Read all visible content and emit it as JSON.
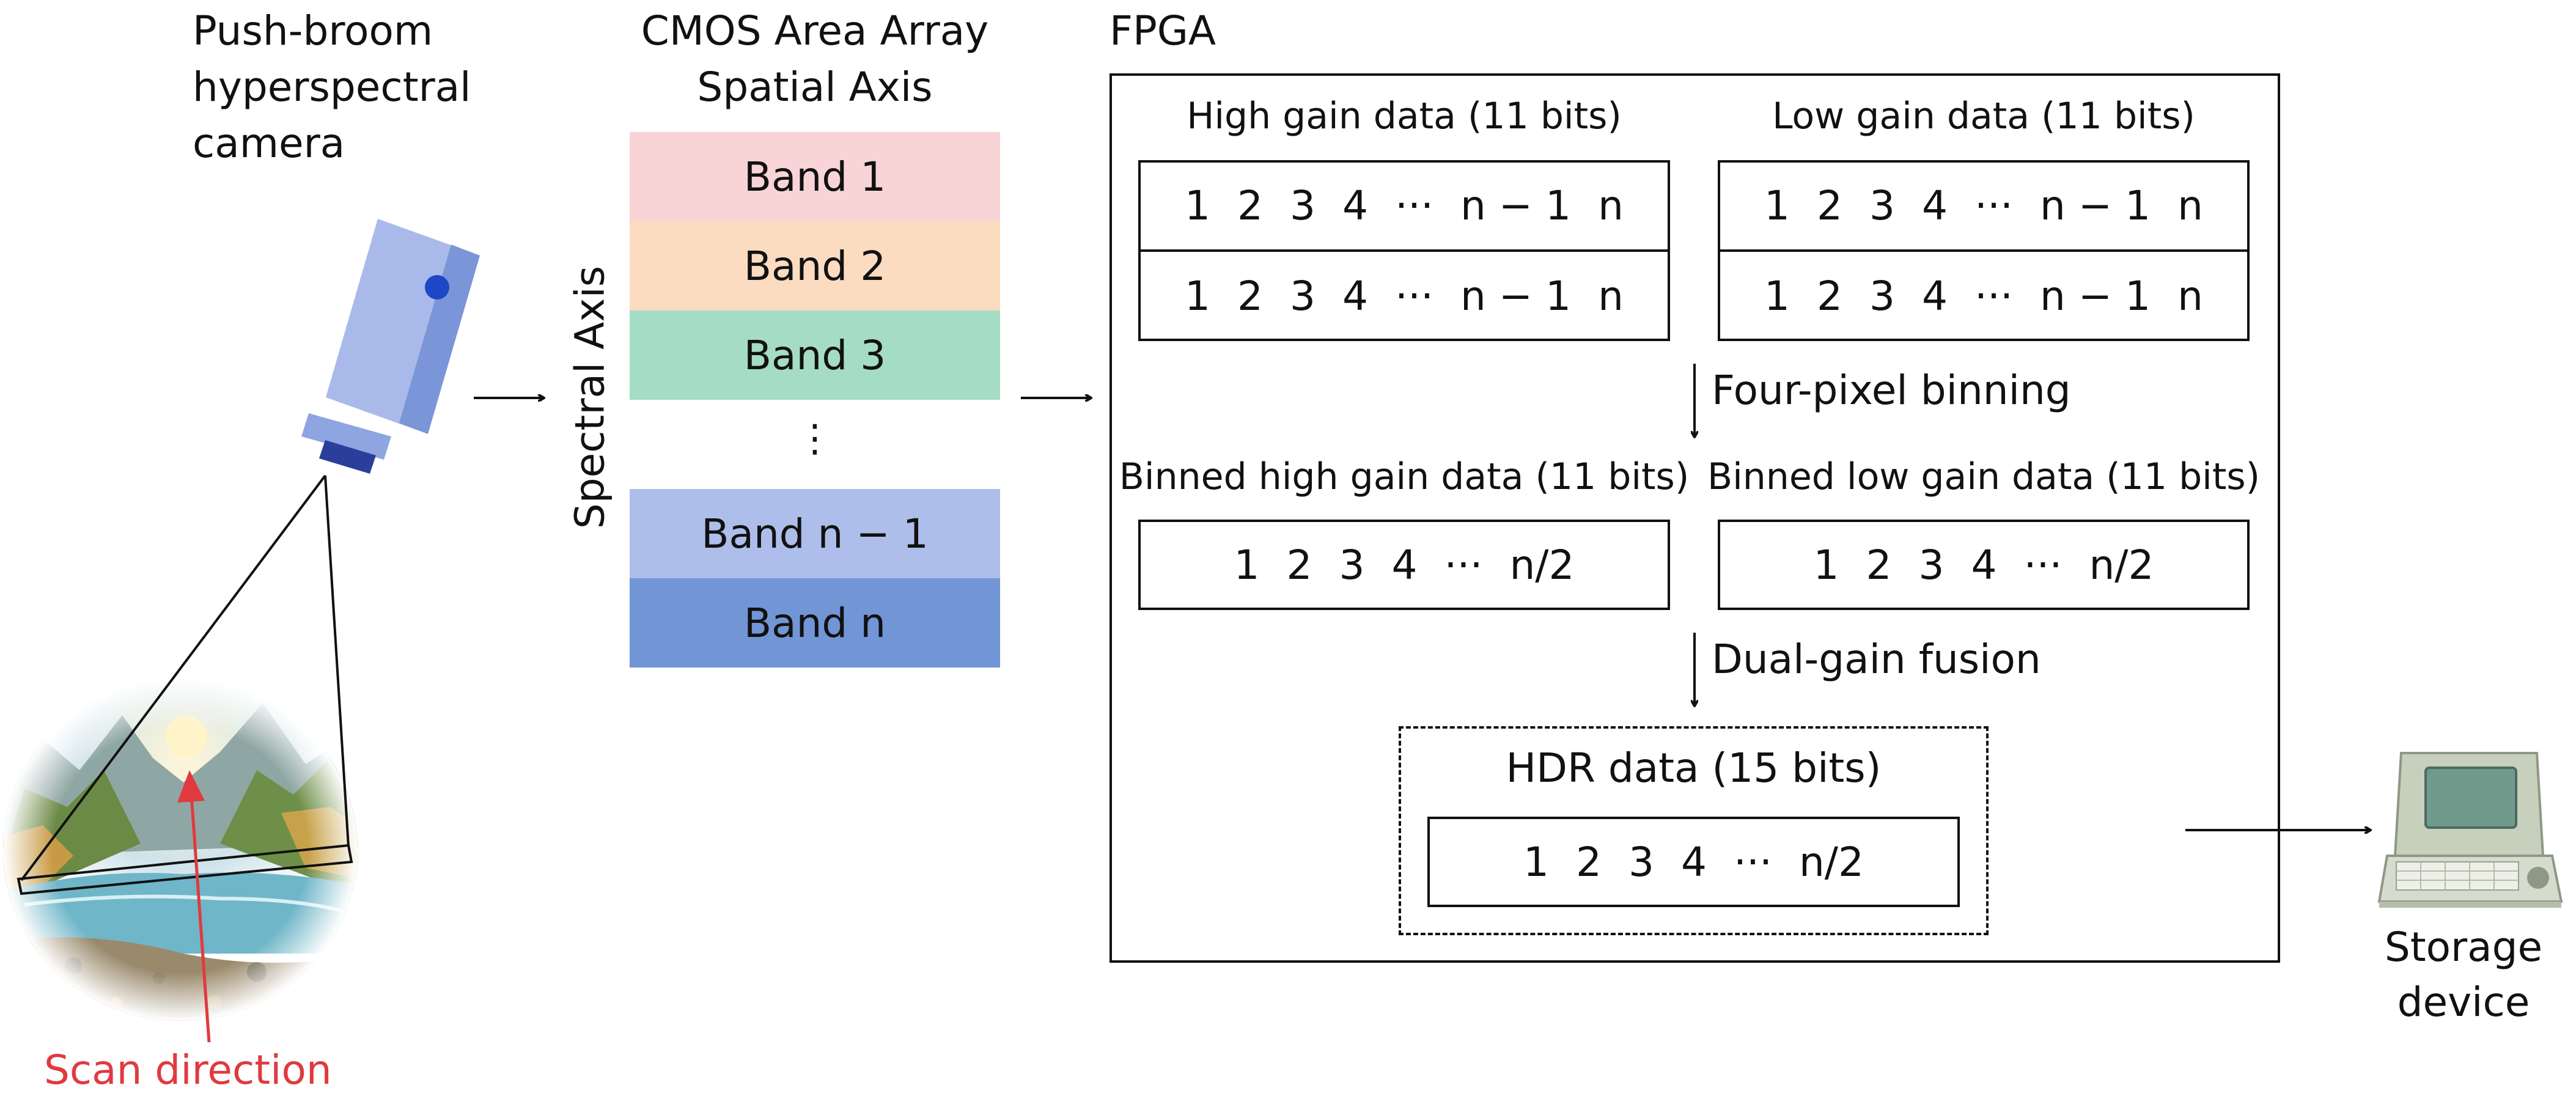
{
  "camera": {
    "title_lines": [
      "Push-broom",
      "hyperspectral",
      "camera"
    ],
    "scan_label": "Scan direction"
  },
  "cmos": {
    "title_lines": [
      "CMOS Area Array",
      "Spatial Axis"
    ],
    "spectral_axis_label": "Spectral Axis",
    "bands": [
      {
        "label": "Band 1",
        "color": "#f8d4d6"
      },
      {
        "label": "Band 2",
        "color": "#fbdcc0"
      },
      {
        "label": "Band 3",
        "color": "#a5dcc5"
      },
      {
        "label": "Band n − 1",
        "color": "#aebeea"
      },
      {
        "label": "Band n",
        "color": "#7295d6"
      }
    ],
    "ellipsis": "⋮"
  },
  "fpga": {
    "title": "FPGA",
    "high_gain": {
      "label": "High gain data (11 bits)",
      "rows": [
        [
          "1",
          "2",
          "3",
          "4",
          "···",
          "n − 1",
          "n"
        ],
        [
          "1",
          "2",
          "3",
          "4",
          "···",
          "n − 1",
          "n"
        ]
      ]
    },
    "low_gain": {
      "label": "Low gain data (11 bits)",
      "rows": [
        [
          "1",
          "2",
          "3",
          "4",
          "···",
          "n − 1",
          "n"
        ],
        [
          "1",
          "2",
          "3",
          "4",
          "···",
          "n − 1",
          "n"
        ]
      ]
    },
    "binning_label": "Four-pixel binning",
    "binned_high": {
      "label": "Binned high gain data (11 bits)",
      "row": [
        "1",
        "2",
        "3",
        "4",
        "···",
        "n/2"
      ]
    },
    "binned_low": {
      "label": "Binned low gain data (11 bits)",
      "row": [
        "1",
        "2",
        "3",
        "4",
        "···",
        "n/2"
      ]
    },
    "fusion_label": "Dual-gain fusion",
    "hdr": {
      "label": "HDR data (15 bits)",
      "row": [
        "1",
        "2",
        "3",
        "4",
        "···",
        "n/2"
      ]
    }
  },
  "storage": {
    "label_lines": [
      "Storage",
      "device"
    ]
  },
  "colors": {
    "scan_arrow": "#e03a3e",
    "camera_body": "#a9baea",
    "camera_side": "#7a96d8",
    "camera_lens": "#2a3e9a",
    "camera_dot": "#1e47c8"
  }
}
